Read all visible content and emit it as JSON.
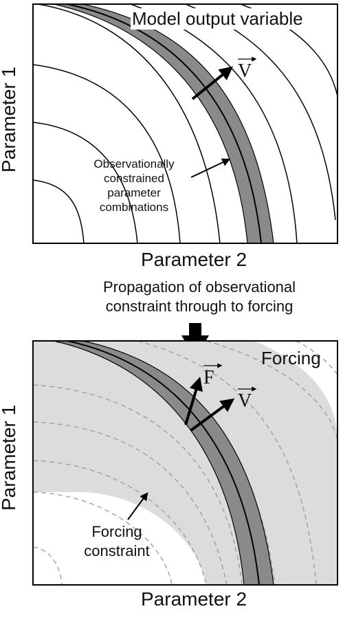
{
  "top_panel": {
    "title": "Model output variable",
    "x_label": "Parameter 2",
    "y_label": "Parameter 1",
    "vector_label": "V",
    "annotation_lines": [
      "Observationally",
      "constrained",
      "parameter",
      "combinations"
    ]
  },
  "caption_lines": [
    "Propagation of observational",
    "constraint through to forcing"
  ],
  "bottom_panel": {
    "title": "Forcing",
    "x_label": "Parameter 2",
    "y_label": "Parameter 1",
    "vector_labels": [
      "F",
      "V"
    ],
    "annotation_lines": [
      "Forcing",
      "constraint"
    ]
  },
  "colors": {
    "band": "#8a8a8a",
    "forcing_shade": "#dcdcdc",
    "dashed_contour": "#9a9a9a"
  }
}
